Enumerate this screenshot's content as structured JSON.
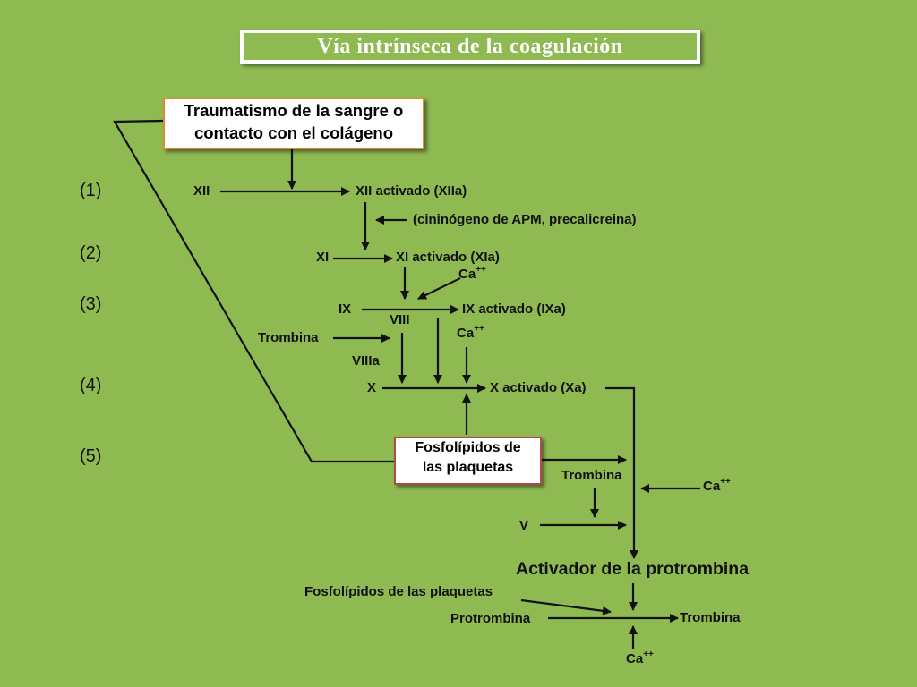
{
  "title": "Vía intrínseca de la coagulación",
  "trauma_box": {
    "line1": "Traumatismo de la sangre o",
    "line2": "contacto con el colágeno"
  },
  "fosfo_box": {
    "line1": "Fosfolípidos de",
    "line2": "las plaquetas"
  },
  "steps": [
    "(1)",
    "(2)",
    "(3)",
    "(4)",
    "(5)"
  ],
  "labels": {
    "xii": "XII",
    "xiia": "XII activado (XIIa)",
    "cininogeno": "(cininógeno de APM, precalicreina)",
    "xi": "XI",
    "xia": "XI activado (XIa)",
    "ca": "Ca",
    "ca_sup": "++",
    "ix": "IX",
    "ixa": "IX activado (IXa)",
    "viii": "VIII",
    "trombina": "Trombina",
    "viiia": "VIIIa",
    "x": "X",
    "xa": "X activado (Xa)",
    "v": "V",
    "activador": "Activador de la protrombina",
    "fosfo_plaquetas": "Fosfolípidos de las plaquetas",
    "protrombina": "Protrombina",
    "trombina_out": "Trombina"
  },
  "colors": {
    "background": "#8fba52",
    "trauma_border": "#e0892e",
    "fosfo_border": "#b04a4a"
  }
}
